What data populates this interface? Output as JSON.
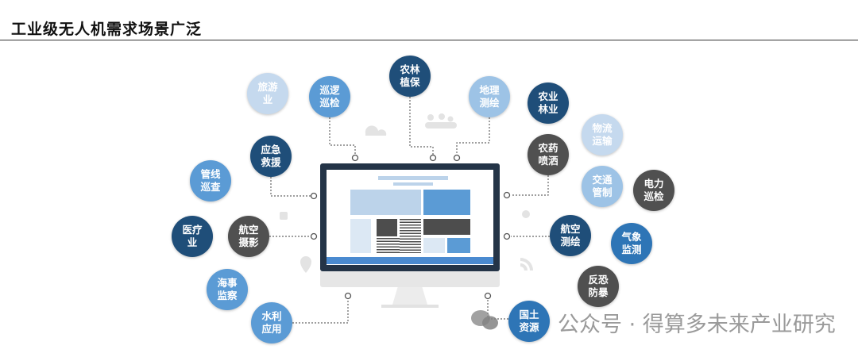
{
  "title": "工业级无人机需求场景广泛",
  "nodes": [
    {
      "label": "旅游\n业"
    },
    {
      "label": "巡逻\n巡检"
    },
    {
      "label": "农林\n植保"
    },
    {
      "label": "地理\n测绘"
    },
    {
      "label": "农业\n林业"
    },
    {
      "label": "物流\n运输"
    },
    {
      "label": "应急\n救援"
    },
    {
      "label": "农药\n喷洒"
    },
    {
      "label": "管线\n巡查"
    },
    {
      "label": "交通\n管制"
    },
    {
      "label": "电力\n巡检"
    },
    {
      "label": "医疗\n业"
    },
    {
      "label": "航空\n摄影"
    },
    {
      "label": "航空\n测绘"
    },
    {
      "label": "气象\n监测"
    },
    {
      "label": "海事\n监察"
    },
    {
      "label": "反恐\n防暴"
    },
    {
      "label": "水利\n应用"
    },
    {
      "label": "国土\n资源"
    }
  ],
  "watermark": "公众号 · 得算多未来产业研究",
  "colors": {
    "dark": "#1f4e79",
    "mid": "#5b9bd5",
    "light": "#9dc3e6",
    "gray": "#505050",
    "bezel": "#243447"
  }
}
